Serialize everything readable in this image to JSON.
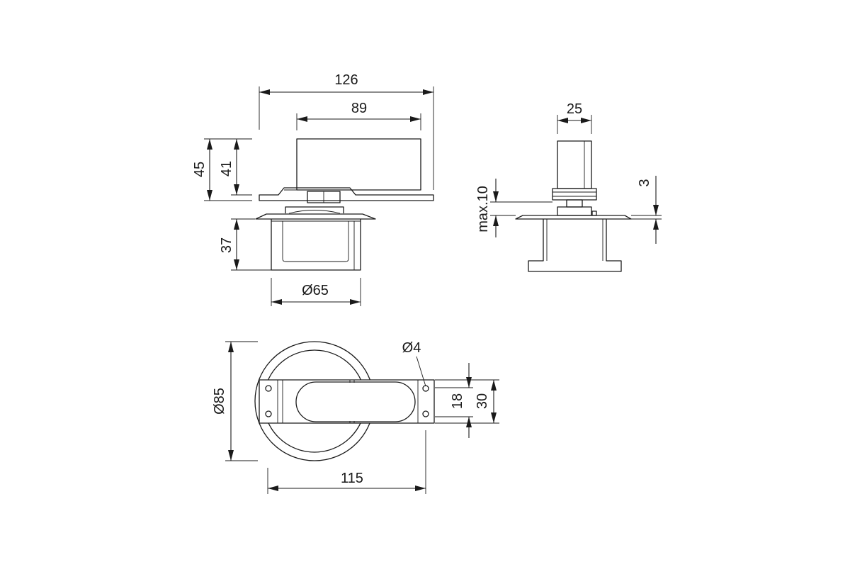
{
  "dimensions": {
    "overall_length": "126",
    "box_length": "89",
    "height_total": "45",
    "height_box": "41",
    "depth_cup": "37",
    "cup_diameter": "Ø65",
    "spindle_width": "25",
    "adjust_range": "max.10",
    "plate_thickness": "3",
    "rosette_diameter": "Ø85",
    "hole_diameter": "Ø4",
    "plate_width_inner": "18",
    "plate_width_outer": "30",
    "plate_length": "115"
  }
}
